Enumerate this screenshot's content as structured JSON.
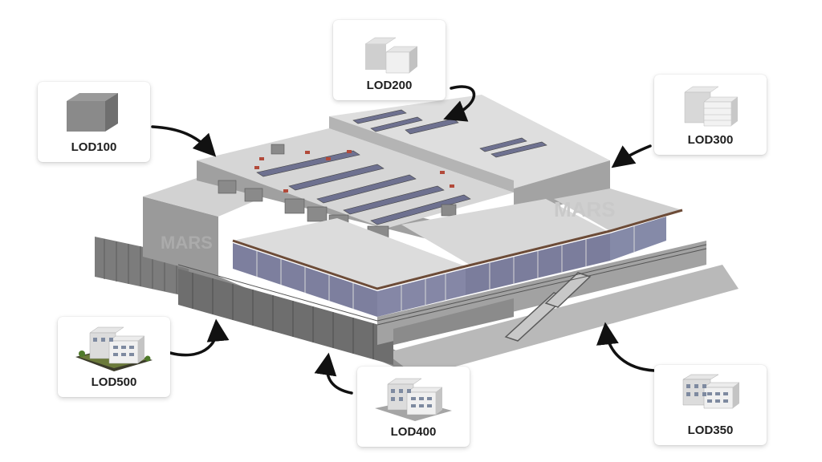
{
  "lod_cards": [
    {
      "label": "LOD100",
      "icon": "massing-block-icon"
    },
    {
      "label": "LOD200",
      "icon": "approximate-building-icon"
    },
    {
      "label": "LOD300",
      "icon": "precise-building-icon"
    },
    {
      "label": "LOD350",
      "icon": "detailed-building-icon"
    },
    {
      "label": "LOD400",
      "icon": "fabrication-building-icon"
    },
    {
      "label": "LOD500",
      "icon": "as-built-building-icon"
    }
  ],
  "watermark": "MARS",
  "colors": {
    "roof": "#d9d9d9",
    "wall": "#a9a9a9",
    "trim": "#7a5a45",
    "glass": "#7d7f9e",
    "arrow": "#111111"
  }
}
